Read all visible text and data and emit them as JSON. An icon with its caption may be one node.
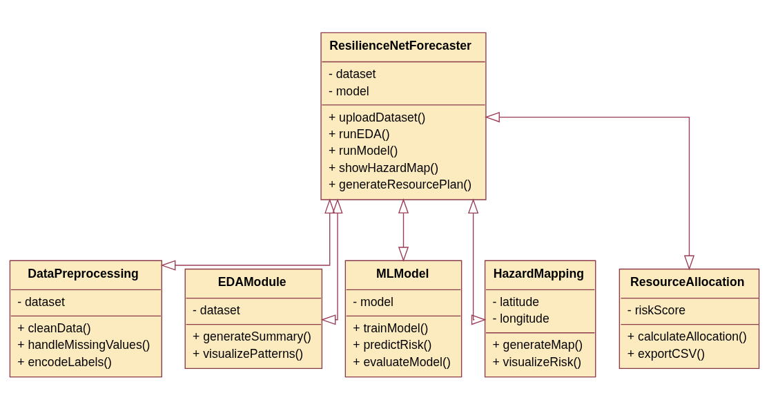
{
  "diagram": {
    "nodes": [
      {
        "text": [
          "ResilienceNetForecaster",
          "- dataset",
          "- model",
          "+ uploadDataset()",
          "+ runEDA()",
          "+ runModel()",
          "+ showHazardMap()",
          "+ generateResourcePlan()"
        ]
      },
      {
        "text": [
          "DataPreprocessing",
          "- dataset",
          "+ cleanData()",
          "+ handleMissingValues()",
          "+ encodeLabels()"
        ]
      },
      {
        "text": [
          "EDAModule",
          "- dataset",
          "+ generateSummary()",
          "+ visualizePatterns()"
        ]
      },
      {
        "text": [
          "MLModel",
          "- model",
          "+ trainModel()",
          "+ predictRisk()",
          "+ evaluateModel()"
        ]
      },
      {
        "text": [
          "HazardMapping",
          "- latitude",
          "- longitude",
          "+ generateMap()",
          "+ visualizeRisk()"
        ]
      },
      {
        "text": [
          "ResourceAllocation",
          "- riskScore",
          "+ calculateAllocation()",
          "+ exportCSV()"
        ]
      }
    ],
    "edges": [
      {
        "from": 0,
        "to": 1,
        "arrow": "both"
      },
      {
        "from": 0,
        "to": 2,
        "arrow": "both"
      },
      {
        "from": 0,
        "to": 3,
        "arrow": "both"
      },
      {
        "from": 0,
        "to": 4,
        "arrow": "both"
      },
      {
        "from": 0,
        "to": 5,
        "arrow": "both"
      }
    ]
  }
}
